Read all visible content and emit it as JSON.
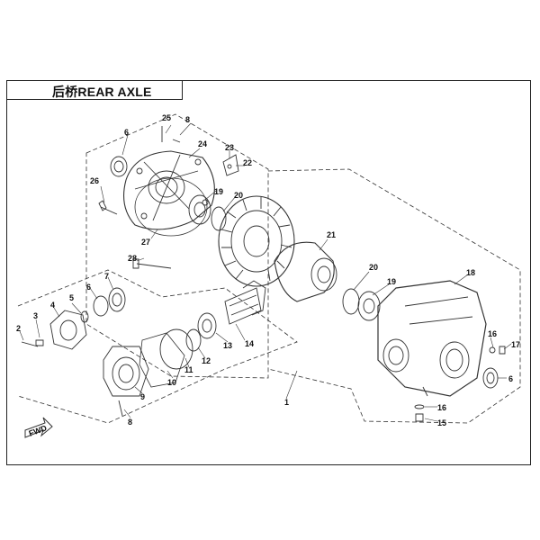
{
  "title": "后桥REAR AXLE",
  "callouts": [
    "1",
    "2",
    "3",
    "4",
    "5",
    "6",
    "7",
    "8",
    "9",
    "10",
    "11",
    "12",
    "13",
    "14",
    "15",
    "16",
    "17",
    "18",
    "19",
    "20",
    "21",
    "22",
    "23",
    "24",
    "25",
    "26",
    "27",
    "28"
  ],
  "fwd_label": "FWD"
}
